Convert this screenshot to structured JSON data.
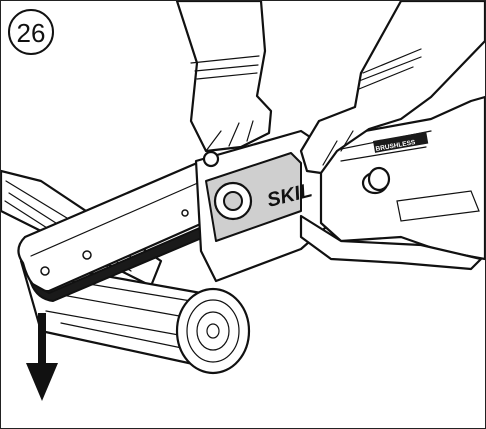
{
  "step": {
    "number": "26"
  },
  "saw": {
    "brand_text": "SKIL",
    "badge_text": "BRUSHLESS"
  },
  "direction_arrow": {
    "icon": "arrow-down-icon",
    "color": "#111111"
  }
}
